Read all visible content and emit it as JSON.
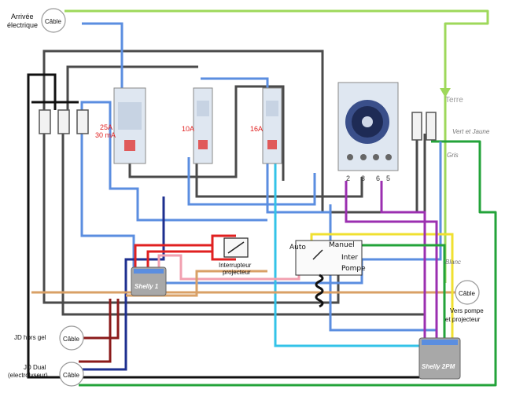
{
  "labels": {
    "arrivee_line1": "Arrivée",
    "arrivee_line2": "électrique",
    "cable": "Câble",
    "breaker_25a": "25A",
    "breaker_25a_ma": "30 mA",
    "breaker_10a": "10A",
    "breaker_16a": "16A",
    "terre": "Terre",
    "vert_jaune": "Vert et Jaune",
    "gris": "Gris",
    "blanc": "Blanc",
    "timer_term_2": "2",
    "timer_term_3": "3",
    "timer_term_6": "6",
    "timer_term_5": "5",
    "interrupteur_line1": "Interrupteur",
    "interrupteur_line2": "projecteur",
    "selector_auto": "Auto",
    "selector_manuel": "Manuel",
    "selector_inter": "Inter",
    "selector_pompe": "Pompe",
    "vers_pompe_line1": "Vers pompe",
    "vers_pompe_line2": "et projecteur",
    "jd_hors_gel": "JD hors gel",
    "jd_dual_line1": "JD Dual",
    "jd_dual_line2": "(electrolyseur)",
    "shelly1_brand": "Shelly 1",
    "shelly2pm_brand": "Shelly 2PM"
  },
  "colors": {
    "blue": "#5b8ee0",
    "light_blue": "#33c3e8",
    "dark_gray": "#4a4a4a",
    "light_green": "#9ed85a",
    "green": "#23a33a",
    "red": "#e02020",
    "dark_red": "#8b1a1a",
    "pink": "#f2a0b0",
    "orange": "#d9a066",
    "yellow": "#f0e030",
    "purple": "#9b2fb0",
    "navy": "#1d2f8f",
    "black": "#111111",
    "silver": "#c8c8c8"
  }
}
